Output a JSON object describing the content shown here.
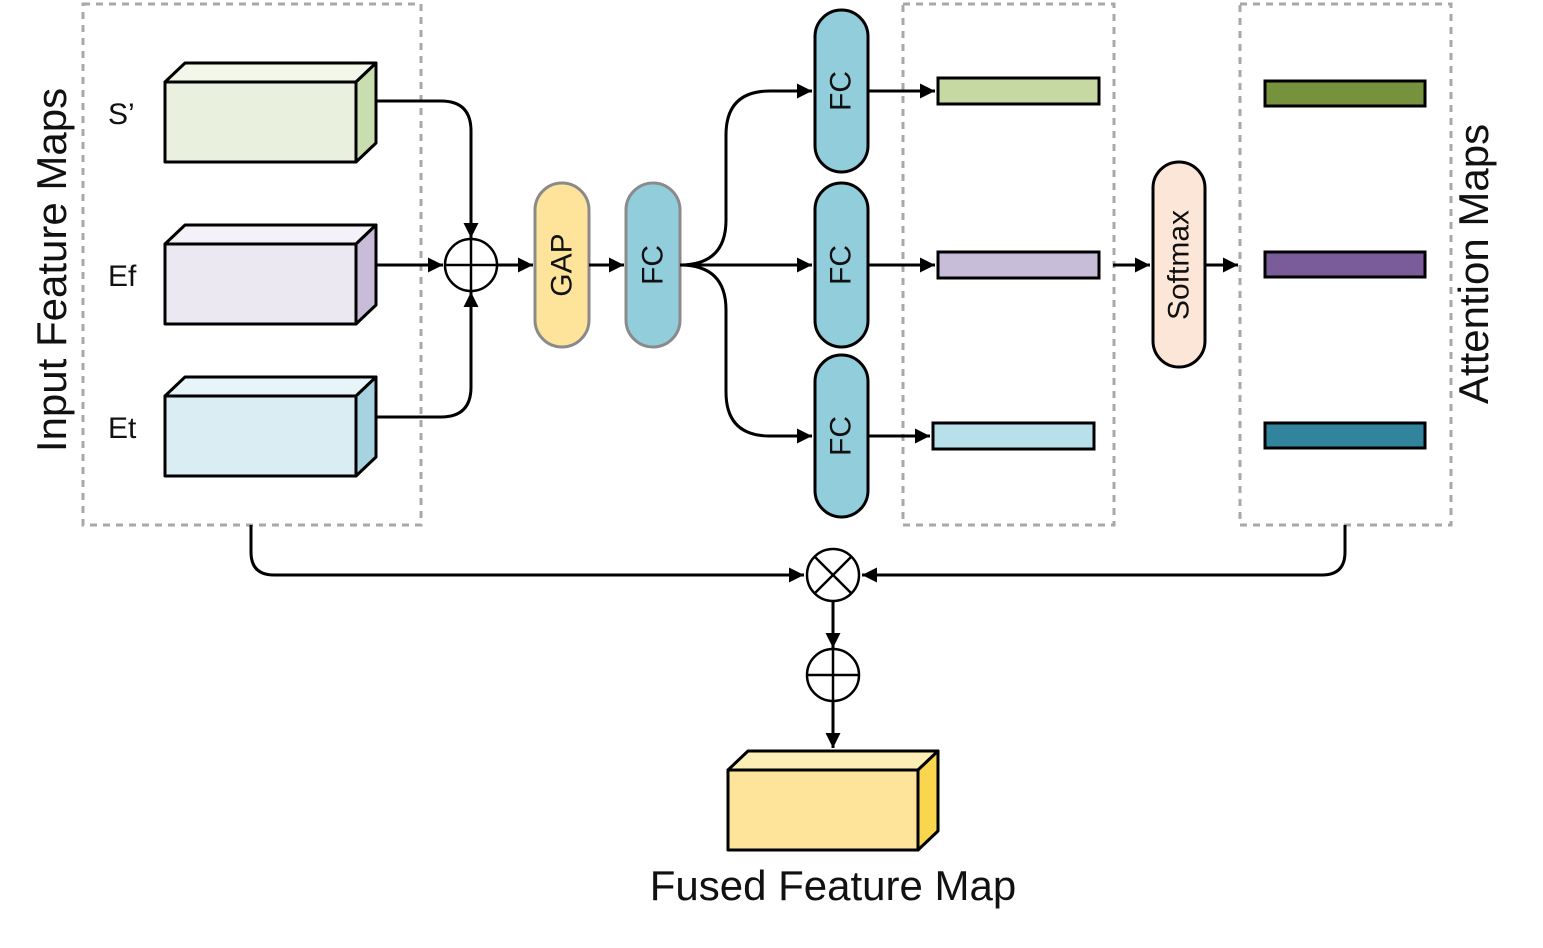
{
  "inputs": {
    "title": "Input Feature Maps",
    "s_prime": {
      "label": "S’",
      "front": "#e9f1de",
      "top": "#f2f7ea",
      "side": "#c9ddb0"
    },
    "ef": {
      "label": "Ef",
      "front": "#ece8f2",
      "top": "#f4f1f8",
      "side": "#c8bcd9"
    },
    "et": {
      "label": "Et",
      "front": "#d9edf3",
      "top": "#e8f5f8",
      "side": "#a6d3df"
    }
  },
  "operators": {
    "sum_symbol": "⊕",
    "product_symbol": "⊗"
  },
  "gap": {
    "label": "GAP",
    "fill": "#fde49a",
    "stroke": "#8a8a8a"
  },
  "fc_shared": {
    "label": "FC",
    "fill": "#92cddb",
    "stroke": "#8a8a8a"
  },
  "fc_branches": [
    {
      "label": "FC",
      "fill": "#92cddb",
      "stroke": "#000000"
    },
    {
      "label": "FC",
      "fill": "#92cddb",
      "stroke": "#000000"
    },
    {
      "label": "FC",
      "fill": "#92cddb",
      "stroke": "#000000"
    }
  ],
  "vectors": [
    {
      "fill": "#c6d9a3"
    },
    {
      "fill": "#c8bdd9"
    },
    {
      "fill": "#b7e0ea"
    }
  ],
  "softmax": {
    "label": "Softmax",
    "fill": "#fce6d8",
    "stroke": "#000000"
  },
  "attention": {
    "title": "Attention Maps",
    "bars": [
      {
        "fill": "#76923c"
      },
      {
        "fill": "#7a5c9b"
      },
      {
        "fill": "#31849b"
      }
    ]
  },
  "output": {
    "label": "Fused Feature Map",
    "front": "#fde49a",
    "top": "#fdeeb5",
    "side": "#f9d64e"
  }
}
